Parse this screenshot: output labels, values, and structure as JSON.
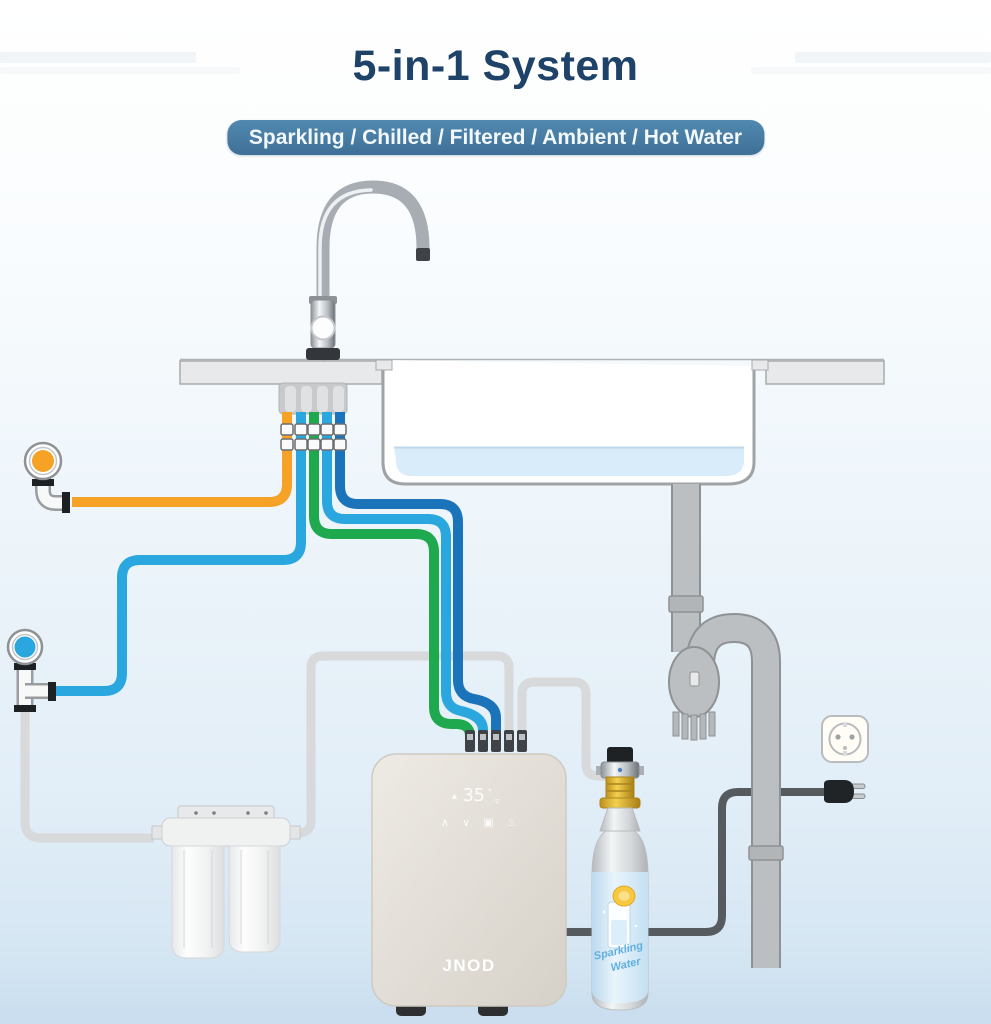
{
  "page": {
    "title": "5-in-1 System",
    "banner": "Sparkling / Chilled / Filtered / Ambient / Hot Water"
  },
  "unit": {
    "brand": "JNOD",
    "display": {
      "temperature": "35",
      "up_icon": "▴",
      "down_icon": "▿",
      "controls": "∧  ∨  ▣  ♨"
    }
  },
  "cylinder": {
    "label_line1": "Sparkling",
    "label_line2": "Water"
  },
  "icons": {
    "wall_outlet": "socket-icon",
    "power_plug": "plug-icon",
    "orange_valve": "orange-shutoff-valve-icon",
    "blue_valve": "blue-shutoff-valve-icon"
  },
  "colors": {
    "accent_navy": "#1e4268",
    "banner_blue": "#4a82a8",
    "pipe_orange": "#f5a226",
    "pipe_lightblue": "#29a7de",
    "pipe_green": "#1ea94e",
    "pipe_darkblue": "#1b73b9",
    "pipe_gray": "#d7d9da",
    "drain_gray": "#bcbfc1",
    "cable_dark": "#565b5f",
    "water": "#d9ecf9",
    "counter": "#e8e9ea",
    "unit_body": "#e2ded7",
    "cylinder_label": "#cfe5f4"
  }
}
